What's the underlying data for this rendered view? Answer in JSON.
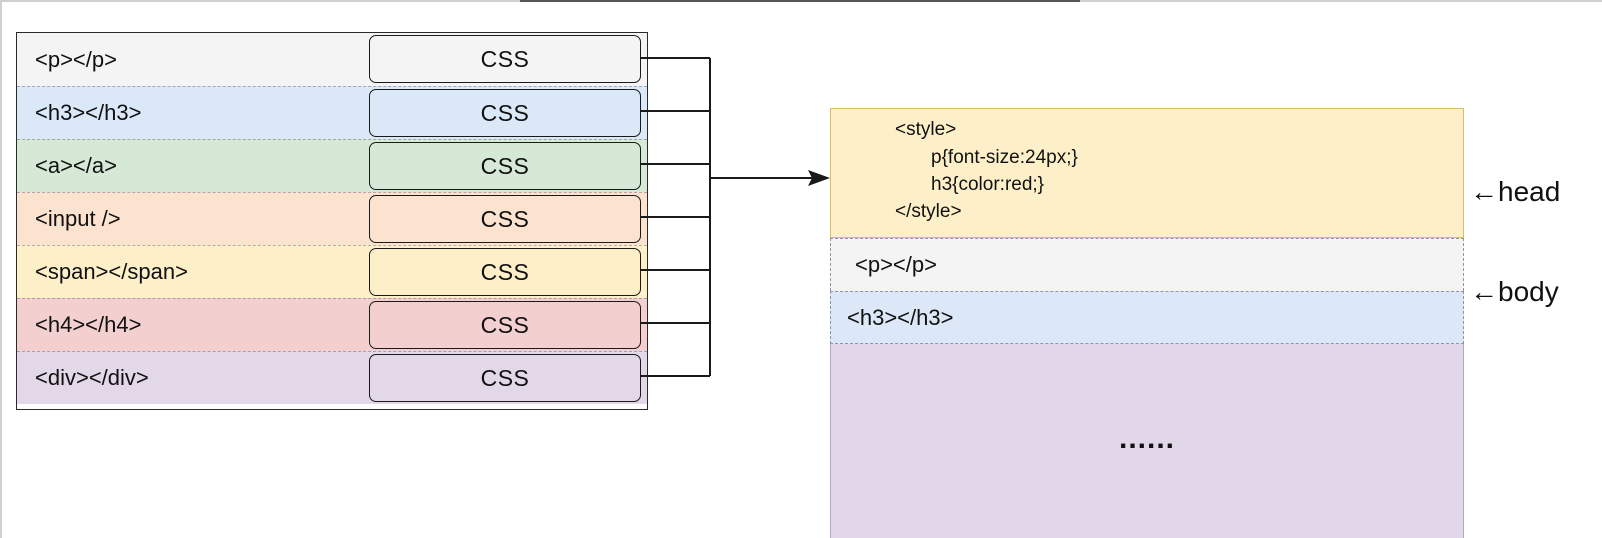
{
  "left_rows": [
    {
      "label": "<p></p>",
      "css": "CSS",
      "color": "#f4f4f4"
    },
    {
      "label": "<h3></h3>",
      "css": "CSS",
      "color": "#dbe8f8"
    },
    {
      "label": "<a></a>",
      "css": "CSS",
      "color": "#d6e8d6"
    },
    {
      "label": "<input />",
      "css": "CSS",
      "color": "#fbe3cf"
    },
    {
      "label": "<span></span>",
      "css": "CSS",
      "color": "#fdf0c8"
    },
    {
      "label": "<h4></h4>",
      "css": "CSS",
      "color": "#f3cfcf"
    },
    {
      "label": "<div></div>",
      "css": "CSS",
      "color": "#e2d8e8"
    }
  ],
  "doc": {
    "head_lines": [
      "<style>",
      "p{font-size:24px;}",
      "h3{color:red;}",
      "</style>"
    ],
    "body_p": "<p></p>",
    "body_h3": "<h3></h3>",
    "ellipsis": "......"
  },
  "labels": {
    "head": "←head",
    "body": "←body"
  }
}
